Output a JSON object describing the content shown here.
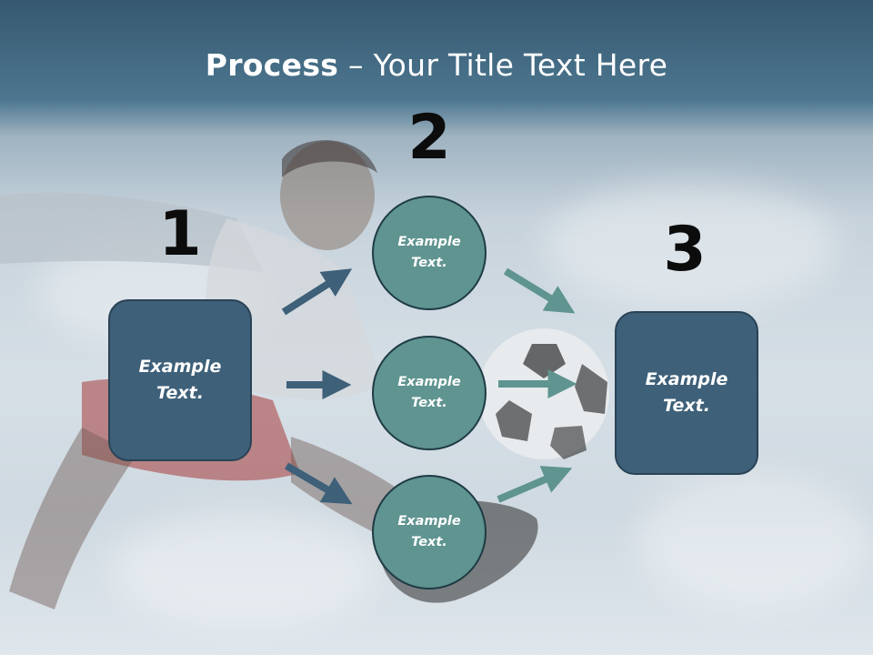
{
  "slide": {
    "title_bold": "Process",
    "title_rest": " – Your Title Text Here"
  },
  "steps": {
    "one": {
      "number": "1",
      "text": "Example\nText."
    },
    "two": {
      "number": "2",
      "circles": [
        {
          "text": "Example\nText."
        },
        {
          "text": "Example\nText."
        },
        {
          "text": "Example\nText."
        }
      ]
    },
    "three": {
      "number": "3",
      "text": "Example\nText."
    }
  },
  "colors": {
    "box_fill": "#3e6079",
    "circle_fill": "#5f9490",
    "arrow_left": "#3e6079",
    "arrow_right": "#5f9490",
    "title_band": "#35586f"
  }
}
